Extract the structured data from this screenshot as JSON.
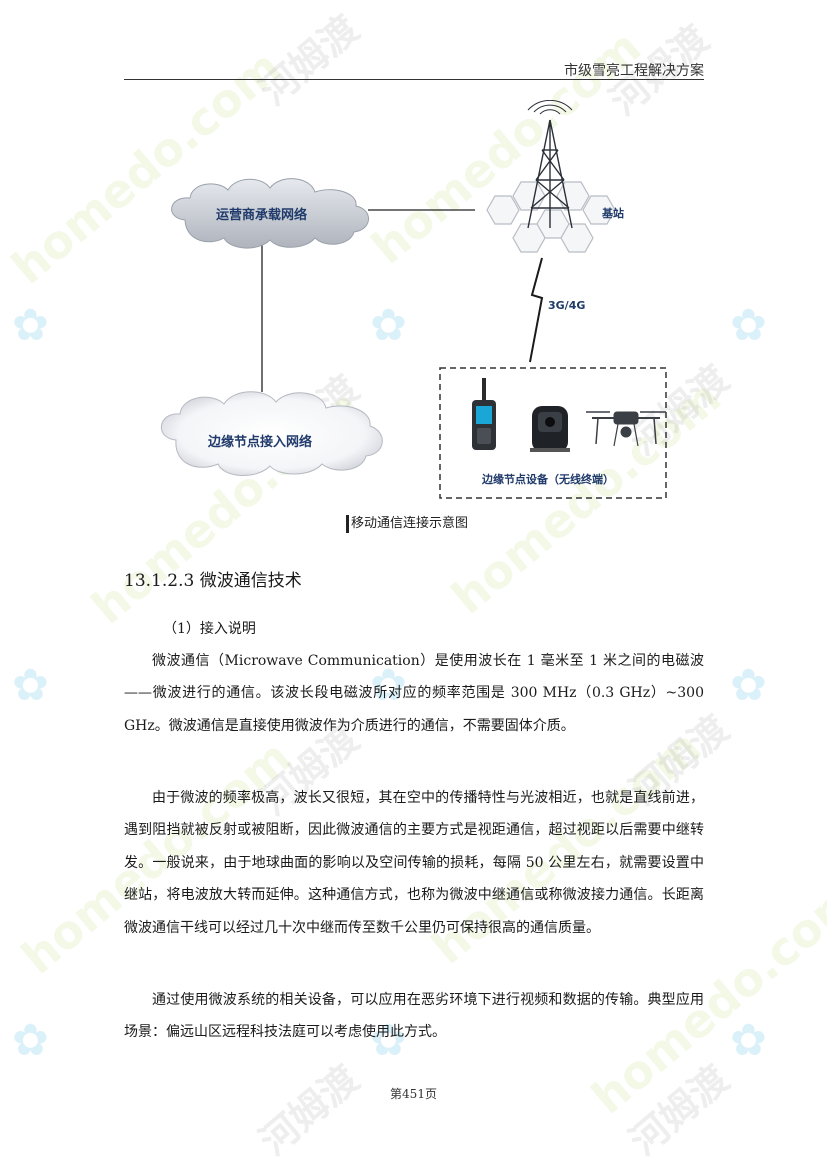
{
  "header": {
    "title": "市级雪亮工程解决方案"
  },
  "diagram": {
    "cloud_top": "运营商承载网络",
    "cloud_bottom": "边缘节点接入网络",
    "base_station": "基站",
    "link": "3G/4G",
    "device_group": "边缘节点设备（无线终端）"
  },
  "caption": "移动通信连接示意图",
  "section": {
    "heading": "13.1.2.3 微波通信技术",
    "sub_heading": "（1）接入说明",
    "paragraphs": [
      "微波通信（Microwave Communication）是使用波长在 1 毫米至 1 米之间的电磁波——微波进行的通信。该波长段电磁波所对应的频率范围是 300 MHz（0.3 GHz）~300 GHz。微波通信是直接使用微波作为介质进行的通信，不需要固体介质。",
      "由于微波的频率极高，波长又很短，其在空中的传播特性与光波相近，也就是直线前进，遇到阻挡就被反射或被阻断，因此微波通信的主要方式是视距通信，超过视距以后需要中继转发。一般说来，由于地球曲面的影响以及空间传输的损耗，每隔 50 公里左右，就需要设置中继站，将电波放大转而延伸。这种通信方式，也称为微波中继通信或称微波接力通信。长距离微波通信干线可以经过几十次中继而传至数千公里仍可保持很高的通信质量。",
      "通过使用微波系统的相关设备，可以应用在恶劣环境下进行视频和数据的传输。典型应用场景：偏远山区远程科技法庭可以考虑使用此方式。"
    ]
  },
  "footer": {
    "page": "第451页"
  },
  "watermark": {
    "latin": "homedo.com",
    "chinese": "河姆渡"
  }
}
